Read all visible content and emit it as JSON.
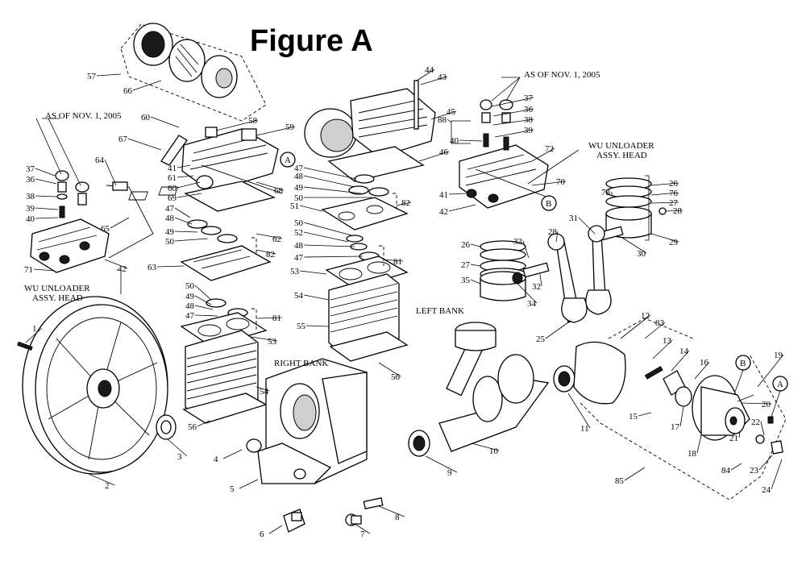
{
  "title": "Figure A",
  "notes": {
    "as_of_left": "AS OF NOV. 1, 2005",
    "as_of_right": "AS OF NOV. 1, 2005",
    "wu_left_1": "WU UNLOADER",
    "wu_left_2": "ASSY. HEAD",
    "wu_right_1": "WU UNLOADER",
    "wu_right_2": "ASSY. HEAD",
    "left_bank": "LEFT BANK",
    "right_bank": "RIGHT BANK"
  },
  "callouts": {
    "A": "A",
    "B": "B"
  },
  "part_labels": [
    {
      "id": "p57",
      "text": "57"
    },
    {
      "id": "p66",
      "text": "66"
    },
    {
      "id": "p60a",
      "text": "60"
    },
    {
      "id": "p58",
      "text": "58"
    },
    {
      "id": "p59",
      "text": "59"
    },
    {
      "id": "p67",
      "text": "67"
    },
    {
      "id": "p41a",
      "text": "41"
    },
    {
      "id": "p61",
      "text": "61"
    },
    {
      "id": "p60b",
      "text": "60"
    },
    {
      "id": "p69",
      "text": "69"
    },
    {
      "id": "p68",
      "text": "68"
    },
    {
      "id": "p64",
      "text": "64"
    },
    {
      "id": "p37a",
      "text": "37"
    },
    {
      "id": "p36a",
      "text": "36"
    },
    {
      "id": "p38a",
      "text": "38"
    },
    {
      "id": "p39a",
      "text": "39"
    },
    {
      "id": "p40a",
      "text": "40"
    },
    {
      "id": "p65",
      "text": "65"
    },
    {
      "id": "p71",
      "text": "71"
    },
    {
      "id": "p42a",
      "text": "42"
    },
    {
      "id": "p47a",
      "text": "47"
    },
    {
      "id": "p48a",
      "text": "48"
    },
    {
      "id": "p49a",
      "text": "49"
    },
    {
      "id": "p50a",
      "text": "50"
    },
    {
      "id": "p62",
      "text": "62"
    },
    {
      "id": "p82a",
      "text": "82"
    },
    {
      "id": "p63",
      "text": "63"
    },
    {
      "id": "p50b",
      "text": "50"
    },
    {
      "id": "p49b",
      "text": "49"
    },
    {
      "id": "p48b",
      "text": "48"
    },
    {
      "id": "p47b",
      "text": "47"
    },
    {
      "id": "p81a",
      "text": "81"
    },
    {
      "id": "p53a",
      "text": "53"
    },
    {
      "id": "p54a",
      "text": "54"
    },
    {
      "id": "p56a",
      "text": "56"
    },
    {
      "id": "p1",
      "text": "1"
    },
    {
      "id": "p2",
      "text": "2"
    },
    {
      "id": "p3",
      "text": "3"
    },
    {
      "id": "p4",
      "text": "4"
    },
    {
      "id": "p5",
      "text": "5"
    },
    {
      "id": "p6",
      "text": "6"
    },
    {
      "id": "p7",
      "text": "7"
    },
    {
      "id": "p8",
      "text": "8"
    },
    {
      "id": "p9",
      "text": "9"
    },
    {
      "id": "p10",
      "text": "10"
    },
    {
      "id": "p44",
      "text": "44"
    },
    {
      "id": "p43",
      "text": "43"
    },
    {
      "id": "p45",
      "text": "45"
    },
    {
      "id": "p88",
      "text": "88"
    },
    {
      "id": "p46",
      "text": "46"
    },
    {
      "id": "p47c",
      "text": "47"
    },
    {
      "id": "p48c",
      "text": "48"
    },
    {
      "id": "p49c",
      "text": "49"
    },
    {
      "id": "p50c",
      "text": "50"
    },
    {
      "id": "p82b",
      "text": "82"
    },
    {
      "id": "p51",
      "text": "51"
    },
    {
      "id": "p50d",
      "text": "50"
    },
    {
      "id": "p52",
      "text": "52"
    },
    {
      "id": "p48d",
      "text": "48"
    },
    {
      "id": "p47d",
      "text": "47"
    },
    {
      "id": "p81b",
      "text": "81"
    },
    {
      "id": "p53b",
      "text": "53"
    },
    {
      "id": "p54b",
      "text": "54"
    },
    {
      "id": "p55",
      "text": "55"
    },
    {
      "id": "p56b",
      "text": "56"
    },
    {
      "id": "p37b",
      "text": "37"
    },
    {
      "id": "p36b",
      "text": "36"
    },
    {
      "id": "p38b",
      "text": "38"
    },
    {
      "id": "p39b",
      "text": "39"
    },
    {
      "id": "p40b",
      "text": "40"
    },
    {
      "id": "p72",
      "text": "72"
    },
    {
      "id": "p70",
      "text": "70"
    },
    {
      "id": "p41b",
      "text": "41"
    },
    {
      "id": "p42b",
      "text": "42"
    },
    {
      "id": "p26a",
      "text": "26"
    },
    {
      "id": "p78",
      "text": "78"
    },
    {
      "id": "p76",
      "text": "76"
    },
    {
      "id": "p27a",
      "text": "27"
    },
    {
      "id": "p28a",
      "text": "28"
    },
    {
      "id": "p29",
      "text": "29"
    },
    {
      "id": "p31",
      "text": "31"
    },
    {
      "id": "p28b",
      "text": "28"
    },
    {
      "id": "p30",
      "text": "30"
    },
    {
      "id": "p33",
      "text": "33"
    },
    {
      "id": "p26b",
      "text": "26"
    },
    {
      "id": "p27b",
      "text": "27"
    },
    {
      "id": "p35",
      "text": "35"
    },
    {
      "id": "p32",
      "text": "32"
    },
    {
      "id": "p34",
      "text": "34"
    },
    {
      "id": "p25",
      "text": "25"
    },
    {
      "id": "p12",
      "text": "12"
    },
    {
      "id": "p83",
      "text": "83"
    },
    {
      "id": "p13",
      "text": "13"
    },
    {
      "id": "p14",
      "text": "14"
    },
    {
      "id": "p16",
      "text": "16"
    },
    {
      "id": "p19",
      "text": "19"
    },
    {
      "id": "p20",
      "text": "20"
    },
    {
      "id": "p15",
      "text": "15"
    },
    {
      "id": "p17",
      "text": "17"
    },
    {
      "id": "p11",
      "text": "11"
    },
    {
      "id": "p22",
      "text": "22"
    },
    {
      "id": "p21",
      "text": "21"
    },
    {
      "id": "p18",
      "text": "18"
    },
    {
      "id": "p84",
      "text": "84"
    },
    {
      "id": "p23",
      "text": "23"
    },
    {
      "id": "p85",
      "text": "85"
    },
    {
      "id": "p24",
      "text": "24"
    }
  ]
}
